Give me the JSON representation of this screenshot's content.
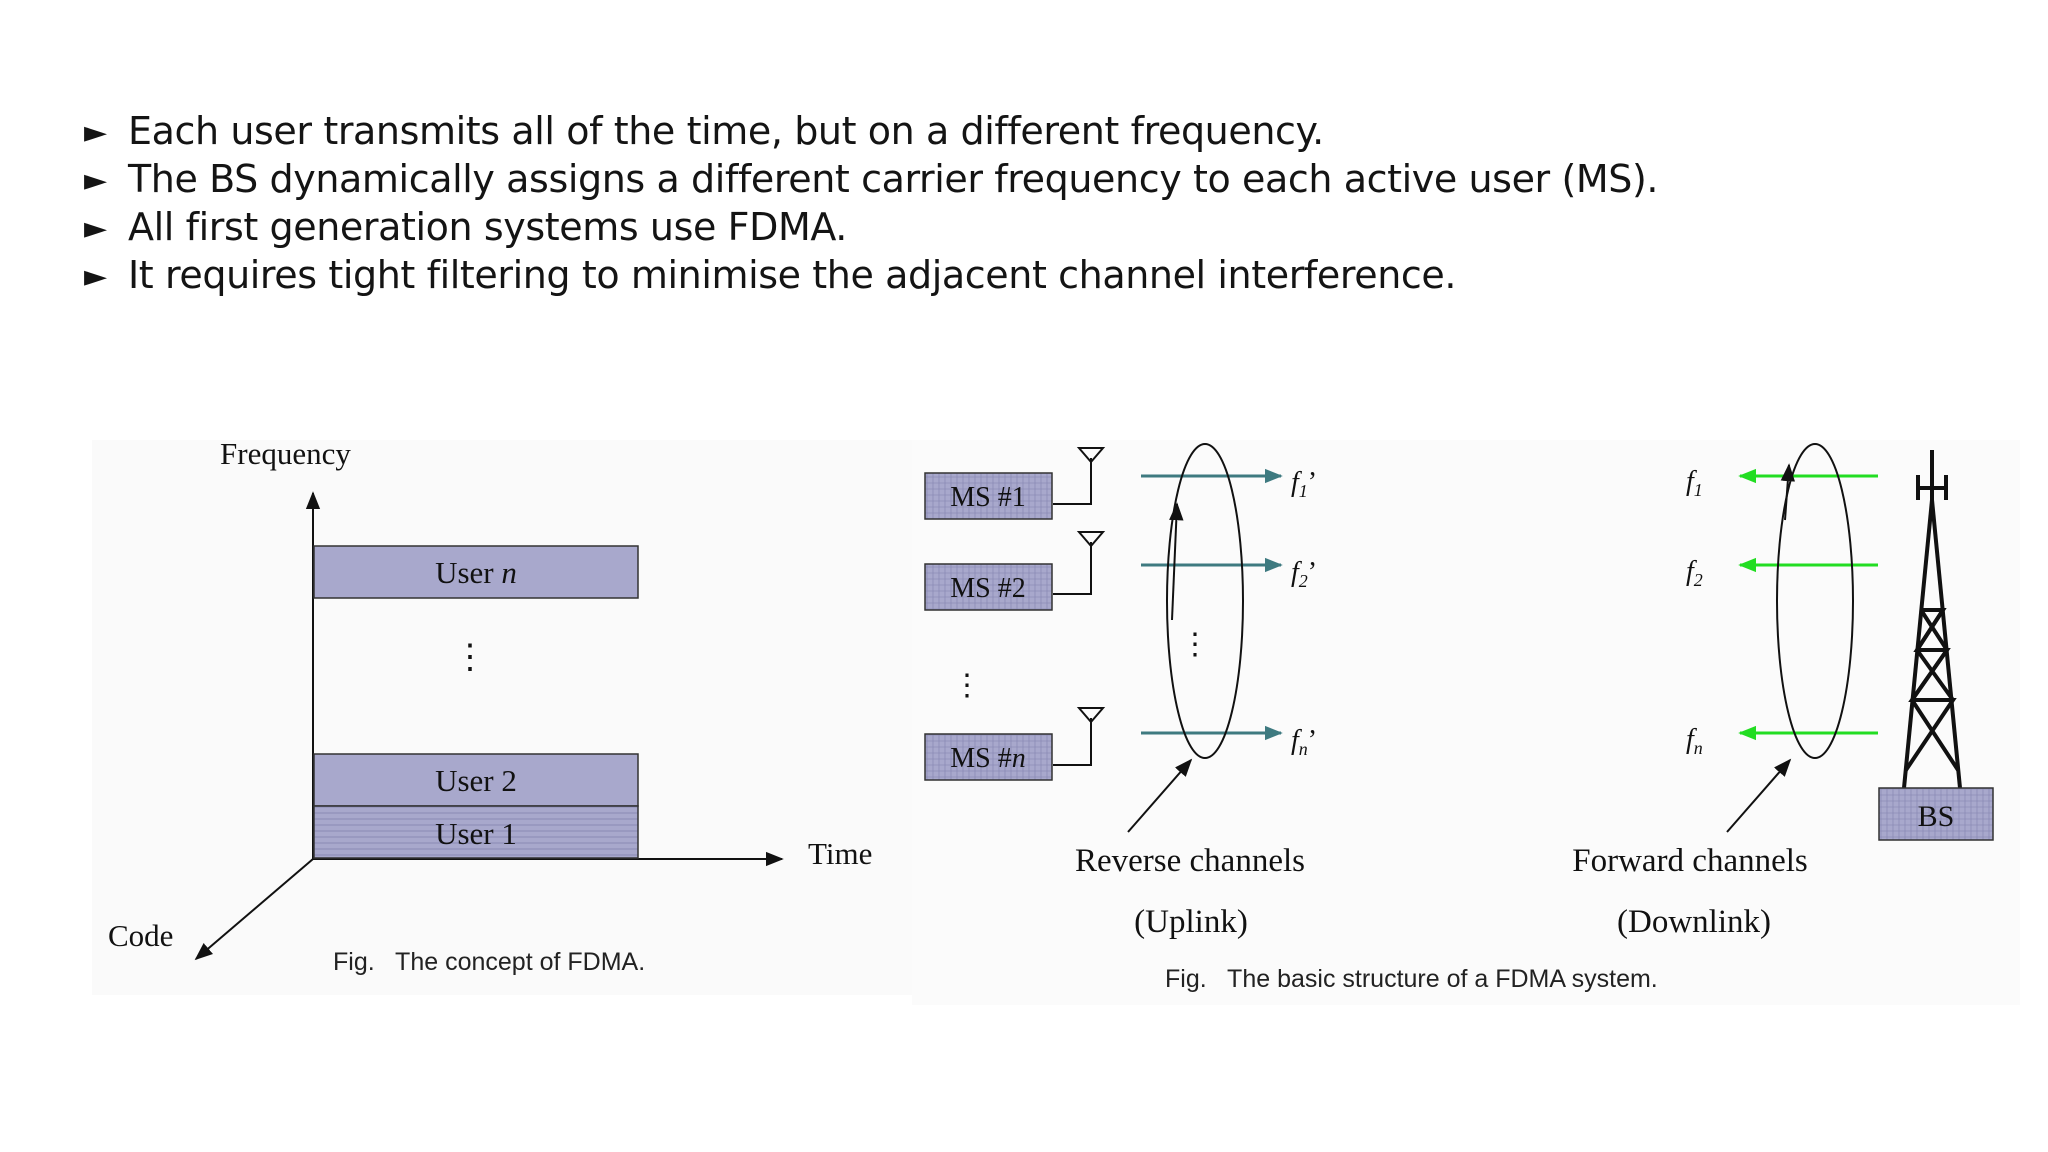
{
  "bullets": [
    "Each user transmits all of the time, but on a different frequency.",
    "The BS dynamically assigns a different carrier frequency to each active user (MS).",
    "All first generation systems use FDMA.",
    "It requires tight filtering to minimise the adjacent channel interference."
  ],
  "bullet_marker": "►",
  "fig1": {
    "axis_frequency": "Frequency",
    "axis_time": "Time",
    "axis_code": "Code",
    "user_n_prefix": "User ",
    "user_n_var": "n",
    "user_2": "User 2",
    "user_1": "User 1",
    "dots": "⋮",
    "caption": "Fig.   The concept of FDMA."
  },
  "fig2": {
    "ms1": "MS #1",
    "ms2": "MS #2",
    "msn_prefix": "MS #",
    "msn_var": "n",
    "dots": "⋮",
    "rev_f1": "f",
    "rev_f1_sub": "1",
    "rev_f2": "f",
    "rev_f2_sub": "2",
    "rev_fn": "f",
    "rev_fn_sub": "n",
    "prime": "’",
    "fwd_f1": "f",
    "fwd_f1_sub": "1",
    "fwd_f2": "f",
    "fwd_f2_sub": "2",
    "fwd_fn": "f",
    "fwd_fn_sub": "n",
    "reverse_label": "Reverse channels",
    "uplink_label": "(Uplink)",
    "forward_label": "Forward channels",
    "downlink_label": "(Downlink)",
    "bs_label": "BS",
    "caption": "Fig.   The basic structure of a FDMA system."
  },
  "colors": {
    "box_fill": "#a8a8cc",
    "reverse_arrow": "#3e7a80",
    "forward_arrow": "#22dd22"
  }
}
